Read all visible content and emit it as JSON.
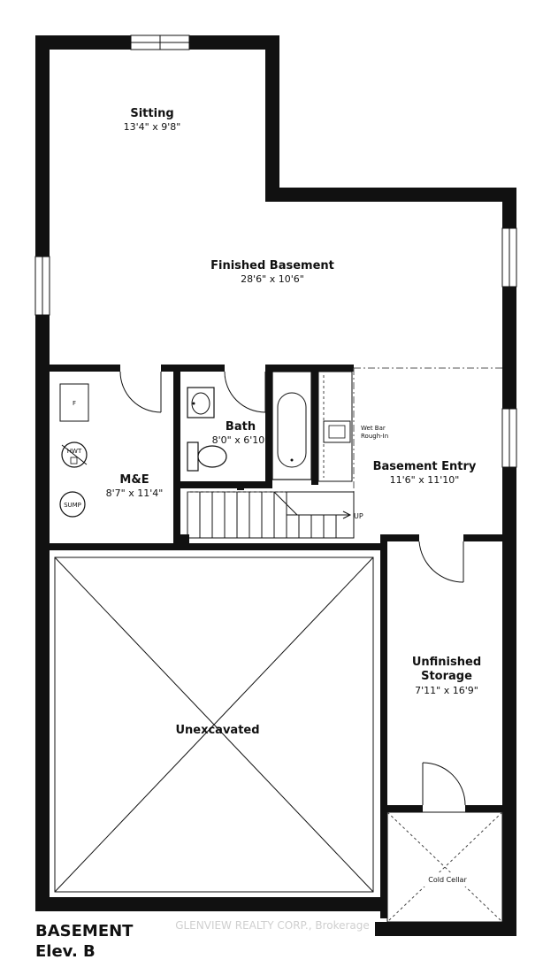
{
  "plan": {
    "title_line1": "BASEMENT",
    "title_line2": "Elev. B",
    "watermark": "GLENVIEW REALTY CORP., Brokerage"
  },
  "rooms": {
    "sitting": {
      "name": "Sitting",
      "dims": "13'4\" x 9'8\""
    },
    "finished_basement": {
      "name": "Finished Basement",
      "dims": "28'6\" x 10'6\""
    },
    "bath": {
      "name": "Bath",
      "dims": "8'0\" x 6'10\""
    },
    "mse": {
      "name": "M&E",
      "dims": "8'7\" x 11'4\""
    },
    "basement_entry": {
      "name": "Basement Entry",
      "dims": "11'6\" x 11'10\""
    },
    "unfinished_storage": {
      "name_line1": "Unfinished",
      "name_line2": "Storage",
      "dims": "7'11\" x 16'9\""
    },
    "unexcavated": {
      "name": "Unexcavated"
    },
    "cold_cellar": {
      "name": "Cold Cellar"
    }
  },
  "labels": {
    "furnace": "F",
    "hwt": "HWT",
    "sump": "SUMP",
    "wet_bar_line1": "Wet Bar",
    "wet_bar_line2": "Rough-In",
    "stairs_up": "UP"
  }
}
